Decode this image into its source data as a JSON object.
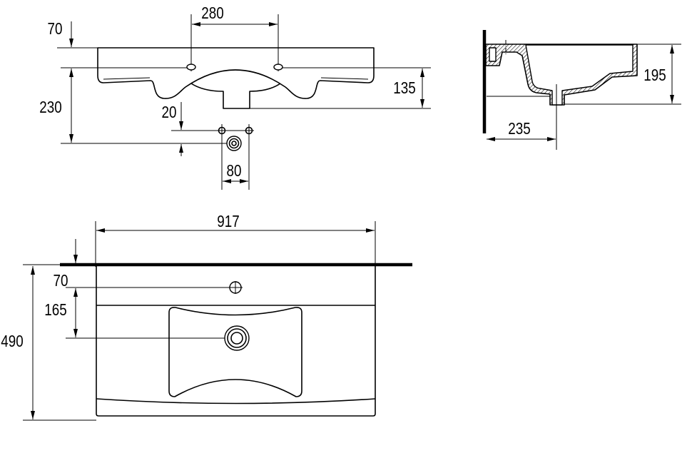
{
  "colors": {
    "line": "#000000",
    "background": "#ffffff"
  },
  "front_view": {
    "tap_to_top_edge": "70",
    "tap_spacing": "280",
    "waste_height": "230",
    "waste_hole_offset": "20",
    "basin_height": "135",
    "waste_hole_spacing": "80"
  },
  "side_view": {
    "basin_depth": "195",
    "drain_from_wall": "235"
  },
  "top_view": {
    "overall_width": "917",
    "tap_from_wall": "70",
    "drain_from_tap": "165",
    "overall_depth": "490"
  }
}
